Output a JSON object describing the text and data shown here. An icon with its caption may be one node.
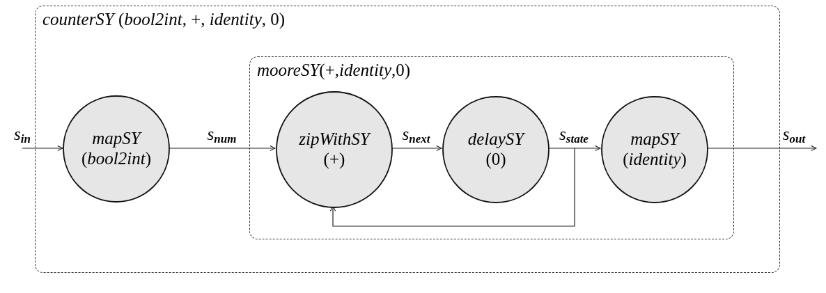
{
  "diagram": {
    "nodes": [
      {
        "text": [
          "*counterSY* (*bool2int*, +, *identity*, 0)"
        ]
      },
      {
        "text": [
          "*mooreSY*(+,*identity*,0)"
        ],
        "in": 0
      },
      {
        "text": [
          "*mapSY* (*bool2int*)"
        ],
        "in": 0
      },
      {
        "text": [
          "*zipWithSY* (+)"
        ],
        "in": 1
      },
      {
        "text": [
          "*delaySY* (0)"
        ],
        "in": 1
      },
      {
        "text": [
          "*mapSY* (*identity*)"
        ],
        "in": 1
      }
    ],
    "edges": [
      {
        "from": null,
        "to": 2,
        "arrow": "to",
        "label": "s$_{in}$"
      },
      {
        "from": 2,
        "to": 3,
        "arrow": "to",
        "label": "s$_{num}$"
      },
      {
        "from": 3,
        "to": 4,
        "arrow": "to",
        "label": "s$_{next}$"
      },
      {
        "from": 4,
        "to": 5,
        "arrow": "to",
        "label": "s$_{state}$"
      },
      {
        "from": 4,
        "to": 3,
        "arrow": "to"
      },
      {
        "from": 5,
        "to": null,
        "arrow": "to",
        "label": "s$_{out}$"
      }
    ]
  }
}
